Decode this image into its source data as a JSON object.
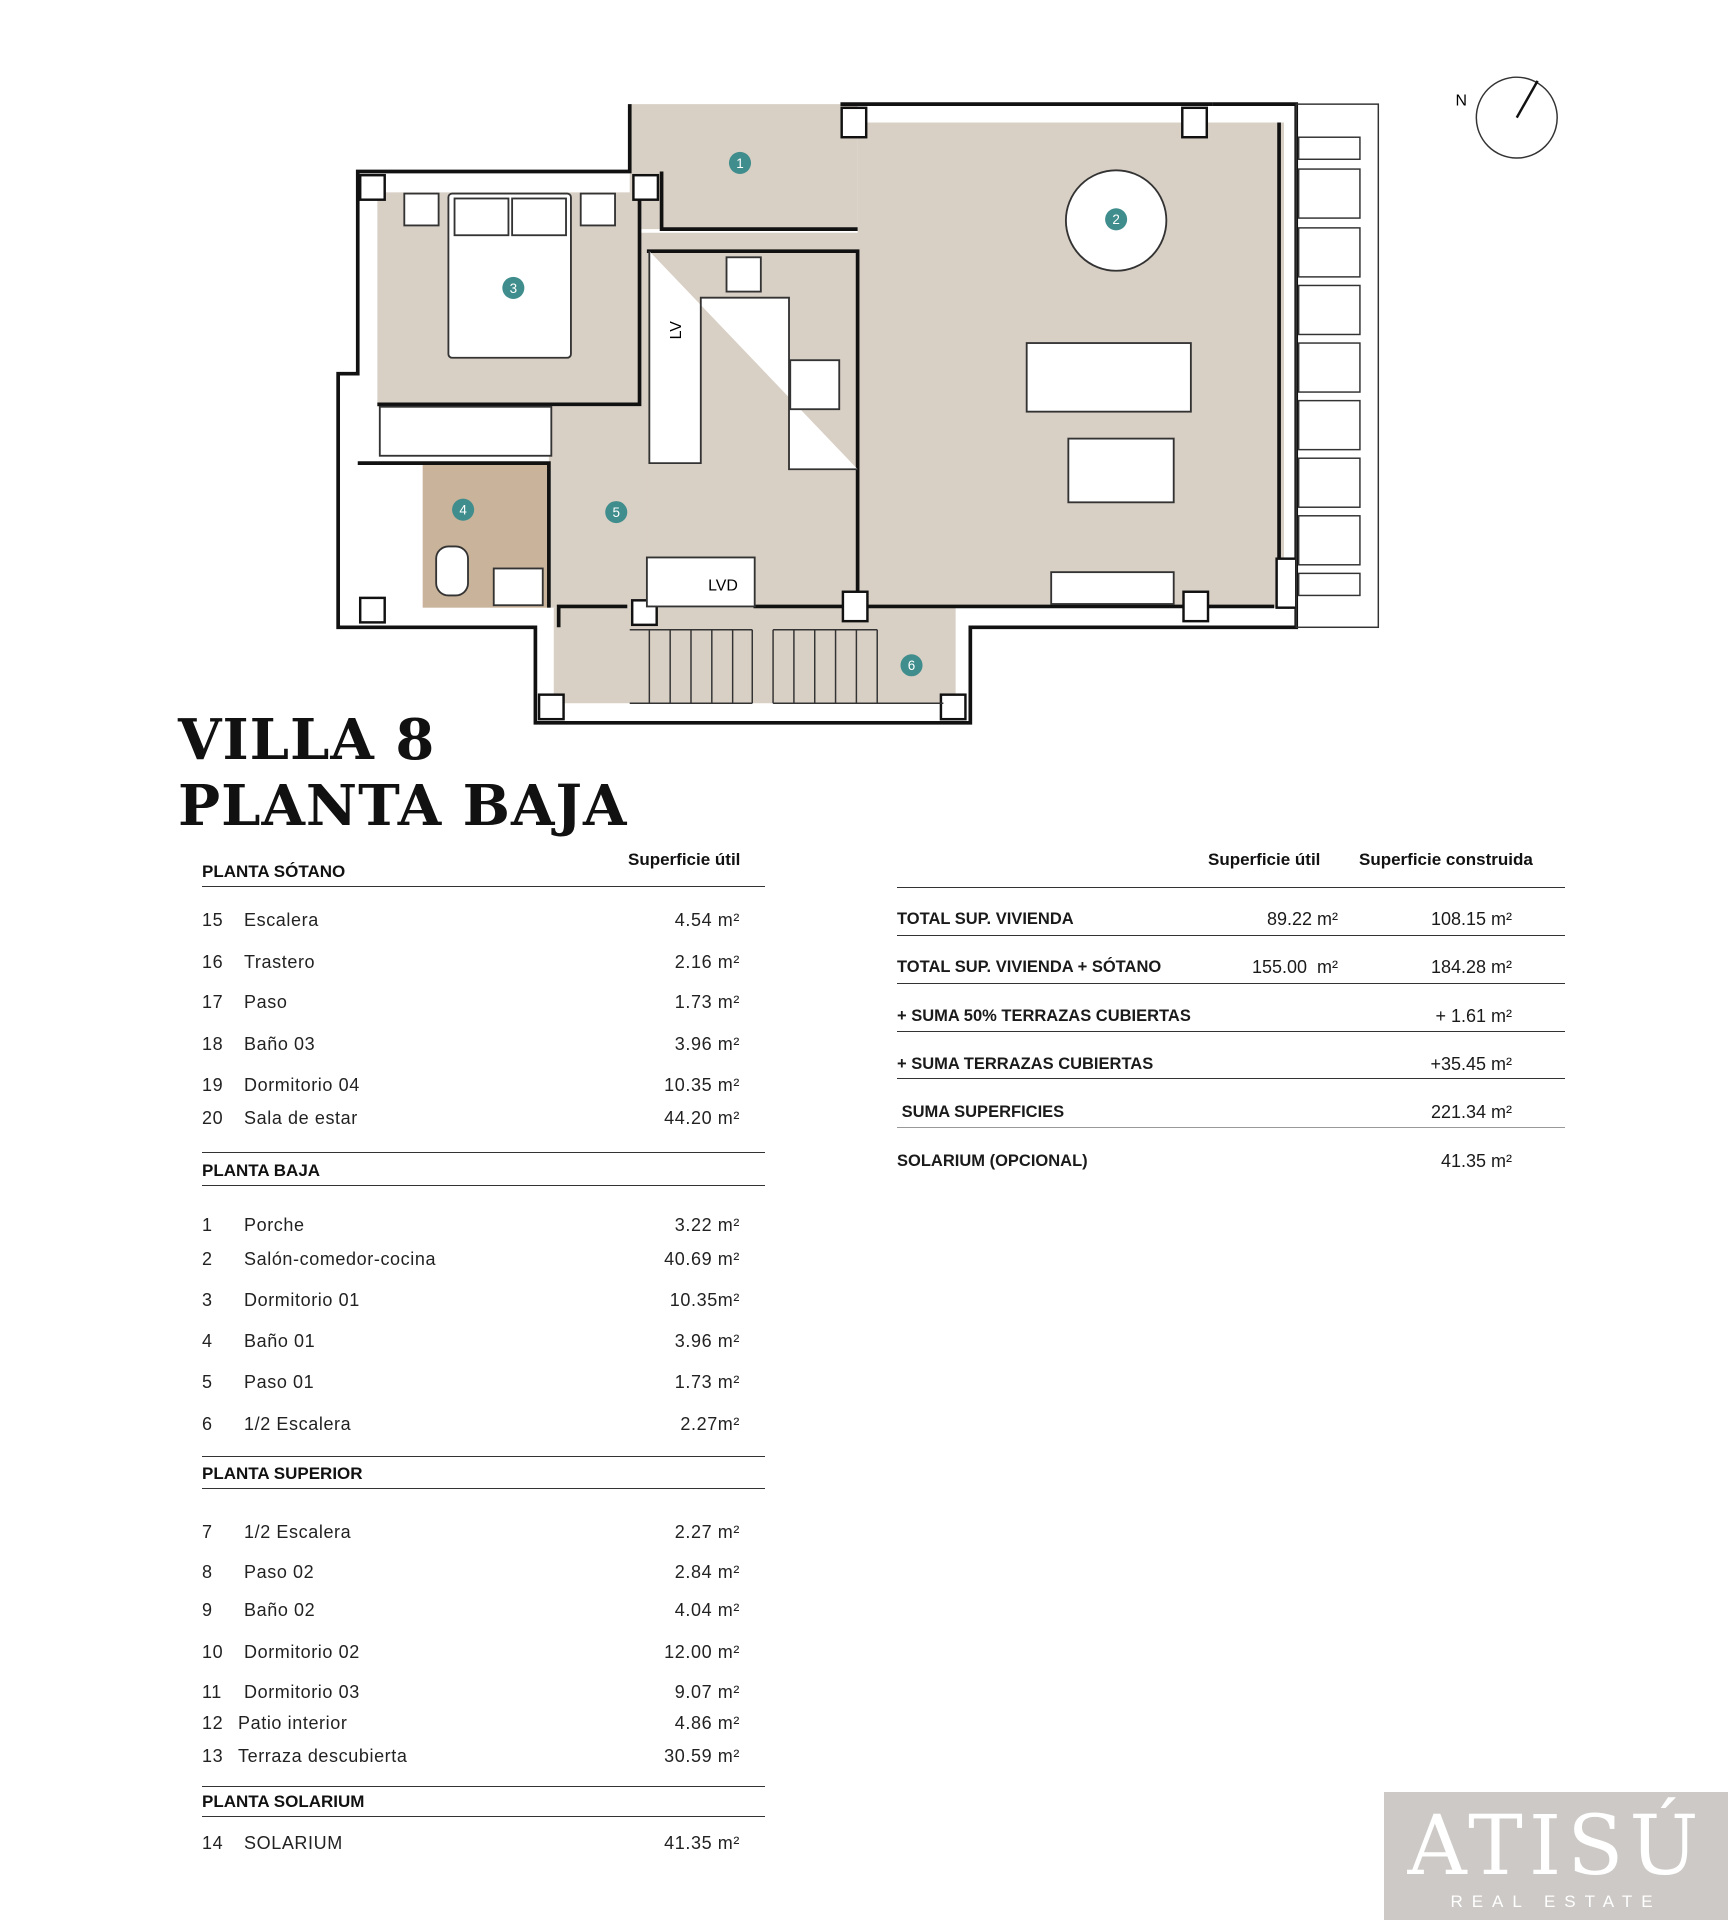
{
  "plan": {
    "room_markers": [
      "1",
      "2",
      "3",
      "4",
      "5",
      "6"
    ],
    "labels": {
      "lv": "LV",
      "lvd": "LVD"
    },
    "compass": "N",
    "colors": {
      "floor": "#d8cfc5",
      "bath": "#c9b39a",
      "marker": "#3f8d8c",
      "wall": "#111111"
    }
  },
  "title": {
    "line1": "VILLA 8",
    "line2": "PLANTA BAJA"
  },
  "left_table": {
    "column_header": "Superficie útil",
    "sections": [
      {
        "title": "PLANTA SÓTANO",
        "rows": [
          {
            "num": "15",
            "name": "Escalera",
            "value": "4.54 m²"
          },
          {
            "num": "16",
            "name": "Trastero",
            "value": "2.16 m²"
          },
          {
            "num": "17",
            "name": "Paso",
            "value": "1.73 m²"
          },
          {
            "num": "18",
            "name": "Baño 03",
            "value": "3.96 m²"
          },
          {
            "num": "19",
            "name": "Dormitorio 04",
            "value": "10.35 m²"
          },
          {
            "num": "20",
            "name": "Sala de estar",
            "value": "44.20 m²"
          }
        ]
      },
      {
        "title": "PLANTA BAJA",
        "rows": [
          {
            "num": "1",
            "name": "Porche",
            "value": "3.22 m²"
          },
          {
            "num": "2",
            "name": "Salón-comedor-cocina",
            "value": "40.69 m²"
          },
          {
            "num": "3",
            "name": "Dormitorio 01",
            "value": "10.35m²"
          },
          {
            "num": "4",
            "name": "Baño 01",
            "value": "3.96 m²"
          },
          {
            "num": "5",
            "name": "Paso 01",
            "value": "1.73 m²"
          },
          {
            "num": "6",
            "name": "1/2 Escalera",
            "value": "2.27m²"
          }
        ]
      },
      {
        "title": "PLANTA SUPERIOR",
        "rows": [
          {
            "num": "7",
            "name": "1/2 Escalera",
            "value": "2.27 m²"
          },
          {
            "num": "8",
            "name": "Paso 02",
            "value": "2.84 m²"
          },
          {
            "num": "9",
            "name": "Baño 02",
            "value": "4.04 m²"
          },
          {
            "num": "10",
            "name": "Dormitorio 02",
            "value": "12.00 m²"
          },
          {
            "num": "11",
            "name": "Dormitorio 03",
            "value": "9.07 m²"
          },
          {
            "num": "12",
            "name": "Patio interior",
            "value": "4.86 m²"
          },
          {
            "num": "13",
            "name": "Terraza descubierta",
            "value": "30.59 m²"
          }
        ]
      },
      {
        "title": "PLANTA SOLARIUM",
        "rows": [
          {
            "num": "14",
            "name": "SOLARIUM",
            "value": "41.35 m²"
          }
        ]
      }
    ]
  },
  "right_table": {
    "headers": {
      "util": "Superficie útil",
      "construida": "Superficie construida"
    },
    "rows": [
      {
        "label": "TOTAL SUP. VIVIENDA",
        "util": "89.22 m²",
        "construida": "108.15 m²"
      },
      {
        "label": "TOTAL SUP. VIVIENDA + SÓTANO",
        "util": "155.00  m²",
        "construida": "184.28 m²"
      },
      {
        "label": "+ SUMA 50% TERRAZAS CUBIERTAS",
        "util": "",
        "construida": "+ 1.61 m²"
      },
      {
        "label": "+ SUMA TERRAZAS CUBIERTAS",
        "util": "",
        "construida": "+35.45 m²"
      },
      {
        "label": " SUMA SUPERFICIES",
        "util": "",
        "construida": "221.34 m²"
      },
      {
        "label": "SOLARIUM (OPCIONAL)",
        "util": "",
        "construida": "41.35 m²"
      }
    ]
  },
  "logo": {
    "name": "ATISÚ",
    "tagline": "REAL ESTATE"
  }
}
